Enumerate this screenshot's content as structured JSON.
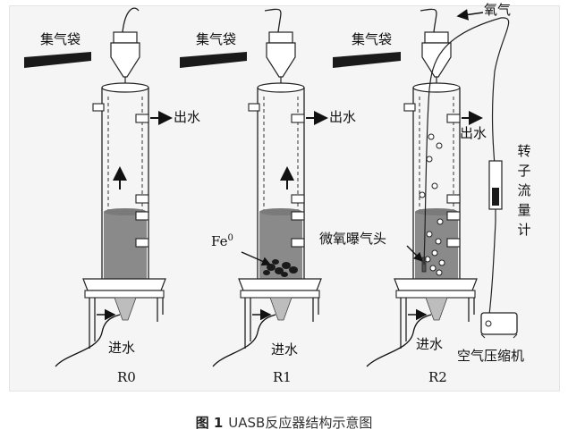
{
  "caption": {
    "figure_no": "图 1",
    "text": "UASB反应器结构示意图"
  },
  "labels": {
    "gas_bag": "集气袋",
    "outlet": "出水",
    "inlet": "进水",
    "oxygen": "氧气",
    "fe0": "Fe",
    "fe0_sup": "0",
    "aerator": "微氧曝气头",
    "flowmeter": "转子流量计",
    "compressor": "空气压缩机"
  },
  "reactors": [
    "R0",
    "R1",
    "R2"
  ]
}
